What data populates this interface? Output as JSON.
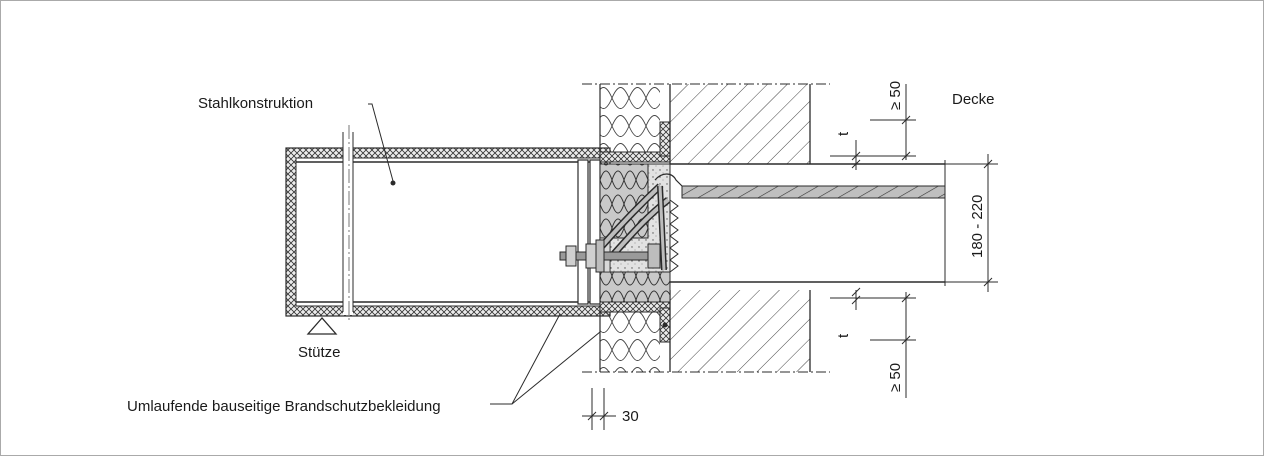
{
  "labels": {
    "steel": "Stahlkonstruktion",
    "column": "Stütze",
    "cladding": "Umlaufende bauseitige Brandschutzbekleidung",
    "slab": "Decke"
  },
  "dimensions": {
    "top_min": "≥ 50",
    "bottom_min": "≥ 50",
    "t_top": "t",
    "t_bottom": "t",
    "slab_thickness": "180 - 220",
    "gap": "30"
  },
  "colors": {
    "line": "#2b2b2b",
    "hatch_fill": "#e6e6e6",
    "concrete_fill": "#dcdcdc",
    "insulation_fill": "#c8c8c8",
    "bolt_fill": "#9a9a9a"
  }
}
